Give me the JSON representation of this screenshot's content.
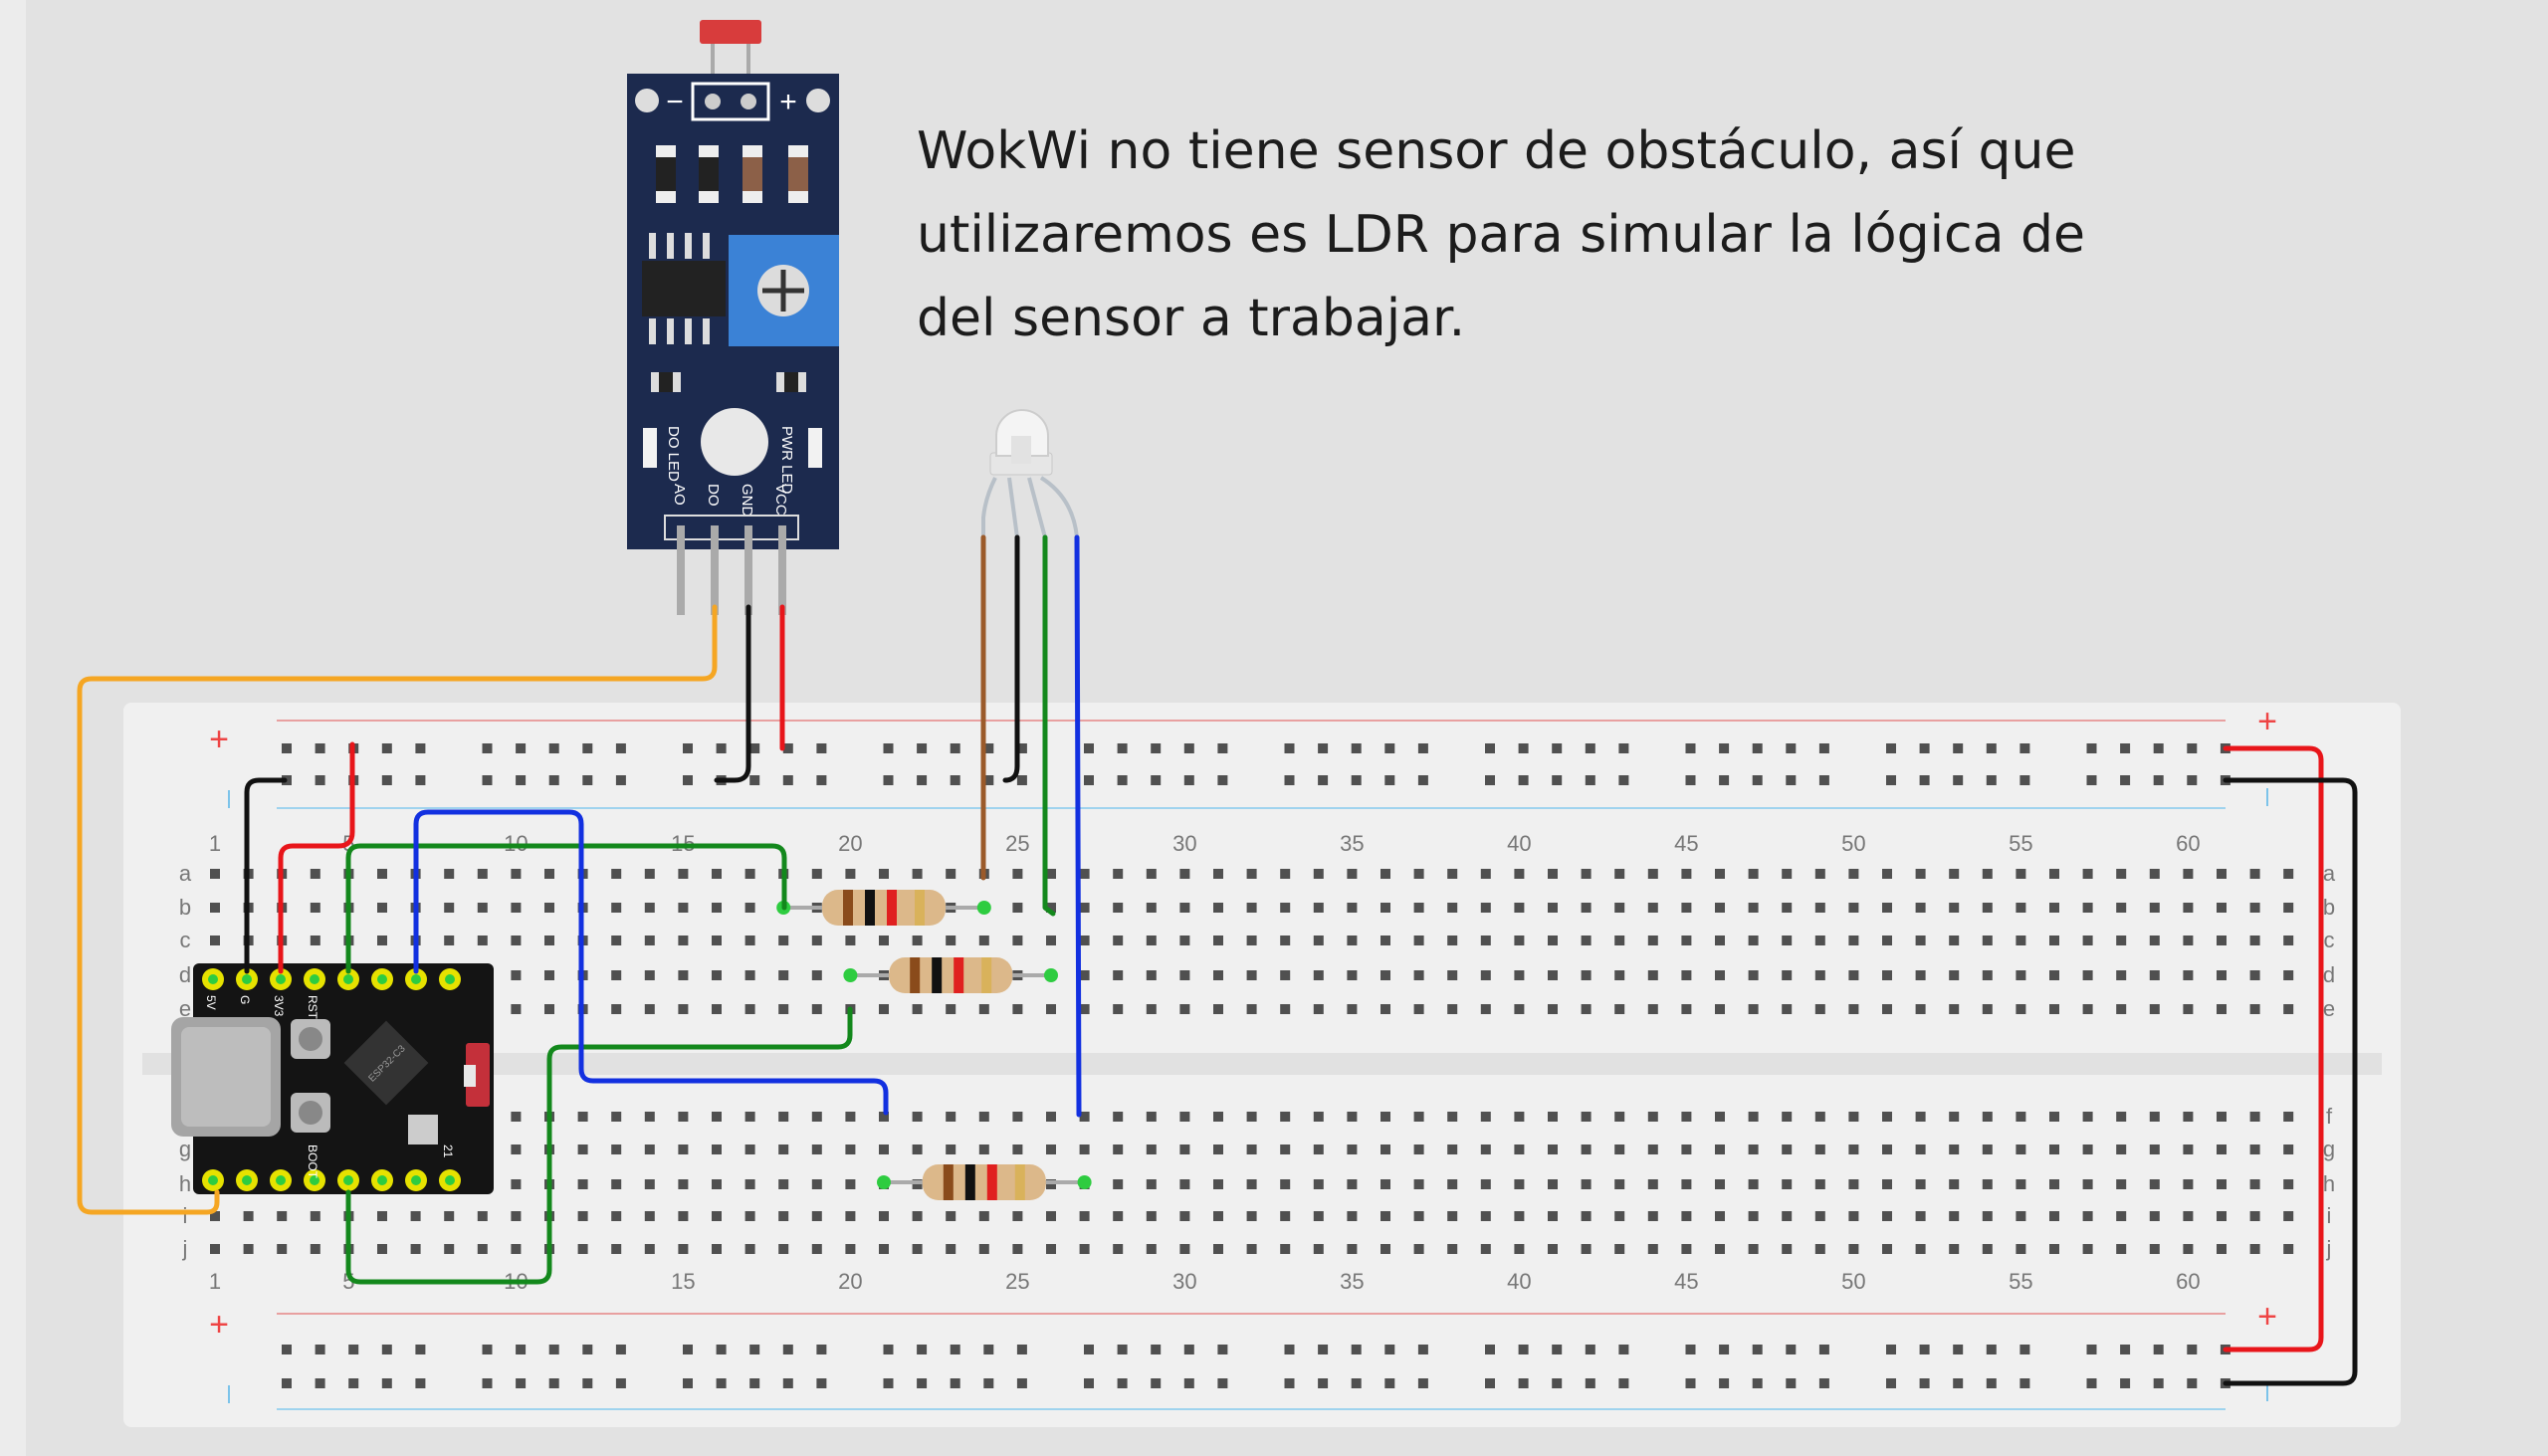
{
  "canvas": {
    "background": "#e2e2e2",
    "note_lines": [
      "WokWi no tiene sensor de obstáculo, así que",
      "utilizaremos es LDR para simular la lógica de",
      "del sensor a trabajar."
    ]
  },
  "breadboard": {
    "column_labels": [
      "1",
      "5",
      "10",
      "15",
      "20",
      "25",
      "30",
      "35",
      "40",
      "45",
      "50",
      "55",
      "60"
    ],
    "row_labels_top": [
      "a",
      "b",
      "c",
      "d",
      "e"
    ],
    "row_labels_bottom": [
      "f",
      "g",
      "h",
      "i",
      "j"
    ],
    "rail_plus": "+",
    "colors": {
      "board": "#f0f0f0",
      "hole": "#505050",
      "rail_red": "#e8a0a0",
      "rail_blue": "#9fd3ee"
    }
  },
  "sensor_module": {
    "pin_labels": [
      "AO",
      "DO",
      "GND",
      "VCC"
    ],
    "led_labels": [
      "DO LED",
      "PWR LED"
    ],
    "header_symbols": [
      "−",
      "+"
    ],
    "board_color": "#1c2a4e"
  },
  "microcontroller": {
    "top_pin_labels": [
      "5V",
      "G",
      "3V3",
      "RST",
      "",
      "",
      "",
      ""
    ],
    "chip_label": "ESP32-C3",
    "bottom_pin_labels": [
      "",
      "",
      "",
      "BOOT",
      "",
      "",
      "",
      "21"
    ]
  },
  "resistors": [
    {
      "bands": [
        "#8a4b1b",
        "#111111",
        "#e0201f",
        "#d9b25b"
      ]
    },
    {
      "bands": [
        "#8a4b1b",
        "#111111",
        "#e0201f",
        "#d9b25b"
      ]
    },
    {
      "bands": [
        "#8a4b1b",
        "#111111",
        "#e0201f",
        "#d9b25b"
      ]
    }
  ],
  "wire_colors": {
    "orange": "#f5a623",
    "red": "#e8151a",
    "black": "#111111",
    "blue": "#1230e0",
    "green": "#13881c",
    "brown": "#9b5a2a"
  }
}
